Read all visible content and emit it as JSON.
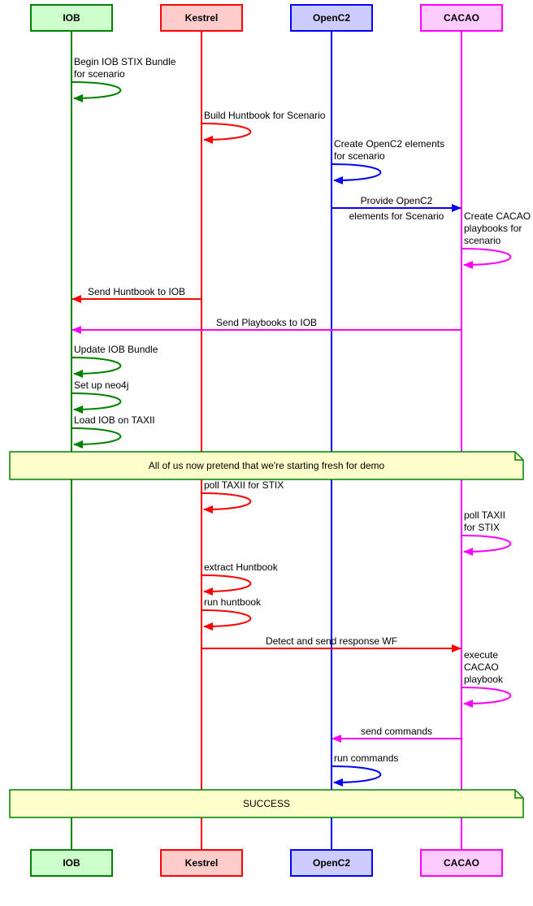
{
  "actors": [
    {
      "name": "IOB",
      "stroke": "#008000",
      "fill": "#ccffcc"
    },
    {
      "name": "Kestrel",
      "stroke": "#ff0000",
      "fill": "#ffcccc"
    },
    {
      "name": "OpenC2",
      "stroke": "#0000ff",
      "fill": "#ccccff"
    },
    {
      "name": "CACAO",
      "stroke": "#ff00ff",
      "fill": "#ffccff"
    }
  ],
  "self_messages": [
    {
      "actor": 0,
      "lines": [
        "Begin IOB STIX Bundle",
        "for scenario"
      ],
      "color": "#008000"
    },
    {
      "actor": 1,
      "lines": [
        "Build Huntbook for Scenario"
      ],
      "color": "#ff0000"
    },
    {
      "actor": 2,
      "lines": [
        "Create OpenC2 elements",
        "for scenario"
      ],
      "color": "#0000ff"
    },
    {
      "actor": 3,
      "lines": [
        "Create CACAO",
        "playbooks for",
        "scenario"
      ],
      "color": "#ff00ff"
    },
    {
      "actor": 0,
      "lines": [
        "Update IOB Bundle"
      ],
      "color": "#008000"
    },
    {
      "actor": 0,
      "lines": [
        "Set up neo4j"
      ],
      "color": "#008000"
    },
    {
      "actor": 0,
      "lines": [
        "Load IOB on TAXII"
      ],
      "color": "#008000"
    },
    {
      "actor": 1,
      "lines": [
        "poll TAXII for STIX"
      ],
      "color": "#ff0000"
    },
    {
      "actor": 3,
      "lines": [
        "poll TAXII",
        "for STIX"
      ],
      "color": "#ff00ff"
    },
    {
      "actor": 1,
      "lines": [
        "extract Huntbook"
      ],
      "color": "#ff0000"
    },
    {
      "actor": 1,
      "lines": [
        "run huntbook"
      ],
      "color": "#ff0000"
    },
    {
      "actor": 3,
      "lines": [
        "execute",
        "CACAO",
        "playbook"
      ],
      "color": "#ff00ff"
    },
    {
      "actor": 2,
      "lines": [
        "run commands"
      ],
      "color": "#0000ff"
    }
  ],
  "messages": [
    {
      "from": 2,
      "to": 3,
      "lines": [
        "Provide OpenC2",
        "elements for Scenario"
      ],
      "color": "#0000ff"
    },
    {
      "from": 1,
      "to": 0,
      "lines": [
        "Send Huntbook to IOB"
      ],
      "color": "#ff0000"
    },
    {
      "from": 3,
      "to": 0,
      "lines": [
        "Send Playbooks to IOB"
      ],
      "color": "#ff00ff"
    },
    {
      "from": 1,
      "to": 3,
      "lines": [
        "Detect and send response WF"
      ],
      "color": "#ff0000"
    },
    {
      "from": 3,
      "to": 2,
      "lines": [
        "send commands"
      ],
      "color": "#ff00ff"
    }
  ],
  "notes": [
    {
      "text": "All of us now pretend that we're starting fresh for demo",
      "fill": "#ffffcc",
      "stroke": "#008000"
    },
    {
      "text": "SUCCESS",
      "fill": "#ffffcc",
      "stroke": "#008000"
    }
  ]
}
